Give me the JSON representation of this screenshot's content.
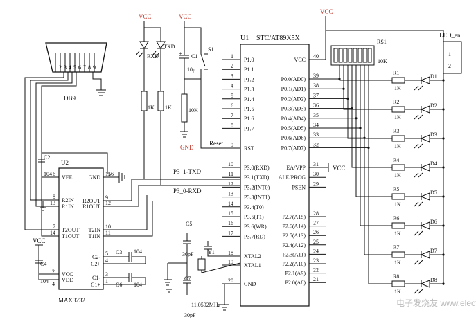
{
  "mcu": {
    "ref": "U1",
    "part": "STC/AT89X5X",
    "left_pins": [
      {
        "num": "1",
        "name": "P1.0"
      },
      {
        "num": "2",
        "name": "P1.1"
      },
      {
        "num": "3",
        "name": "P1.2"
      },
      {
        "num": "4",
        "name": "P1.3"
      },
      {
        "num": "5",
        "name": "P1.4"
      },
      {
        "num": "6",
        "name": "P1.5"
      },
      {
        "num": "7",
        "name": "P1.6"
      },
      {
        "num": "8",
        "name": "P1.7"
      },
      {
        "num": "9",
        "name": "RST"
      },
      {
        "num": "10",
        "name": "P3.0(RXD)"
      },
      {
        "num": "11",
        "name": "P3.1(TXD)"
      },
      {
        "num": "12",
        "name": "P3.2(INT0)"
      },
      {
        "num": "13",
        "name": "P3.3(INT1)"
      },
      {
        "num": "14",
        "name": "P3.4(T0)"
      },
      {
        "num": "15",
        "name": "P3.5(T1)"
      },
      {
        "num": "16",
        "name": "P3.6(WR)"
      },
      {
        "num": "17",
        "name": "P3.7(RD)"
      },
      {
        "num": "18",
        "name": "XTAL2"
      },
      {
        "num": "19",
        "name": "XTAL1"
      },
      {
        "num": "20",
        "name": "GND"
      }
    ],
    "right_pins": [
      {
        "num": "40",
        "name": "VCC"
      },
      {
        "num": "39",
        "name": "P0.0(AD0)"
      },
      {
        "num": "38",
        "name": "P0.1(AD1)"
      },
      {
        "num": "37",
        "name": "P0.2(AD2)"
      },
      {
        "num": "36",
        "name": "P0.3(AD3)"
      },
      {
        "num": "35",
        "name": "P0.4(AD4)"
      },
      {
        "num": "34",
        "name": "P0.5(AD5)"
      },
      {
        "num": "33",
        "name": "P0.6(AD6)"
      },
      {
        "num": "32",
        "name": "P0.7(AD7)"
      },
      {
        "num": "31",
        "name": "EA/VPP"
      },
      {
        "num": "30",
        "name": "ALE/PROG"
      },
      {
        "num": "29",
        "name": "PSEN"
      },
      {
        "num": "28",
        "name": "P2.7(A15)"
      },
      {
        "num": "27",
        "name": "P2.6(A14)"
      },
      {
        "num": "26",
        "name": "P2.5(A13)"
      },
      {
        "num": "25",
        "name": "P2.4(A12)"
      },
      {
        "num": "24",
        "name": "P2.3(A11)"
      },
      {
        "num": "23",
        "name": "P2.2(A10)"
      },
      {
        "num": "22",
        "name": "P2.1(A9)"
      },
      {
        "num": "21",
        "name": "P2.0(A8)"
      }
    ]
  },
  "max": {
    "ref": "U2",
    "part": "MAX3232",
    "left_pins": [
      {
        "num": "6",
        "name": "VEE"
      },
      {
        "num": "8",
        "name": "R2IN"
      },
      {
        "num": "13",
        "name": "R1IN"
      },
      {
        "num": "7",
        "name": "T2OUT"
      },
      {
        "num": "14",
        "name": "T1OUT"
      },
      {
        "num": "",
        "name": "VCC"
      },
      {
        "num": "",
        "name": "VDD"
      }
    ],
    "right_pins": [
      {
        "num": "15",
        "name": "GND"
      },
      {
        "num": "9",
        "name": "R2OUT"
      },
      {
        "num": "12",
        "name": "R1OUT"
      },
      {
        "num": "10",
        "name": "T2IN"
      },
      {
        "num": "11",
        "name": "T1IN"
      },
      {
        "num": "5",
        "name": "C2-"
      },
      {
        "num": "4",
        "name": "C2+"
      },
      {
        "num": "3",
        "name": "C1-"
      },
      {
        "num": "1",
        "name": "C1+"
      }
    ]
  },
  "labels": {
    "vcc": "VCC",
    "gnd": "GND",
    "db9": "DB9",
    "rxd": "RXD",
    "txd": "TXD",
    "r_1k": "1K",
    "r_10k": "10K",
    "c1": "C1",
    "c1_val": "10μ",
    "s1": "S1",
    "reset": "Reset",
    "p3_1txd": "P3_1-TXD",
    "p3_0rxd": "P3_0-RXD",
    "c2": "C2",
    "c104": "104",
    "c3": "C3",
    "c4": "C4",
    "c6": "C6",
    "c5": "C5",
    "c7": "C7",
    "y1": "Y1",
    "cap_30pf": "30pF",
    "crystal": "11.0592MHz",
    "rs1": "RS1",
    "rs1_val": "10K",
    "led_en": "LED_en",
    "jp_pin1": "1",
    "jp_pin2": "2",
    "pin2": "2",
    "pin4": "4",
    "pin16": "16"
  },
  "led_rows": [
    {
      "r": "R1",
      "d": "D1"
    },
    {
      "r": "R2",
      "d": "D2"
    },
    {
      "r": "R3",
      "d": "D3"
    },
    {
      "r": "R4",
      "d": "D4"
    },
    {
      "r": "R5",
      "d": "D5"
    },
    {
      "r": "R6",
      "d": "D6"
    },
    {
      "r": "R7",
      "d": "D7"
    },
    {
      "r": "R8",
      "d": "D8"
    }
  ],
  "watermark": "电子发烧友 www.elecfans.com"
}
